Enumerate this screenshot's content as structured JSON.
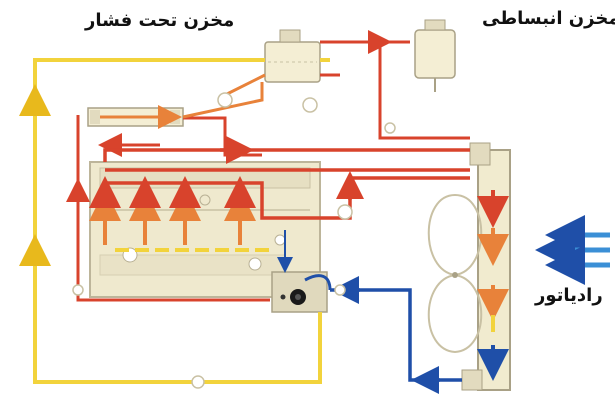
{
  "labels": {
    "pressure_tank": "مخزن تحت فشار",
    "expansion_tank": "مخزن انبساطی",
    "radiator": "رادیاتور"
  },
  "colors": {
    "hot": "#d8432c",
    "warm": "#e8823a",
    "cool": "#f2d33c",
    "cold": "#1f4fa8",
    "air": "#3b8fd6",
    "engine_fill": "#efe9ce",
    "engine_stroke": "#bdb59a",
    "radiator_fill": "#f1ebcf"
  }
}
